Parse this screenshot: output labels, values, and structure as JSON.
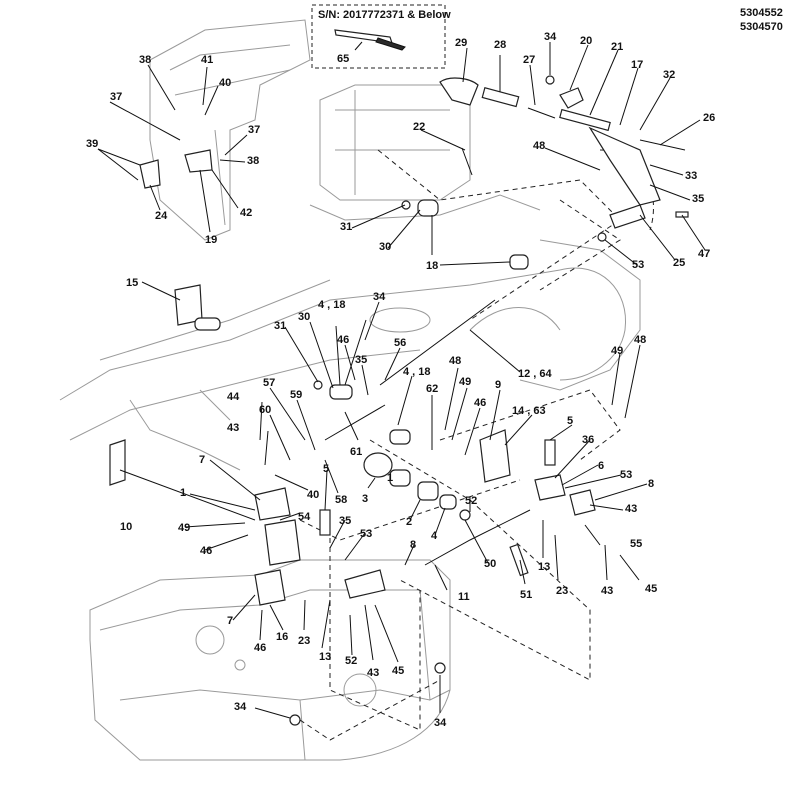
{
  "document_numbers": [
    "5304552",
    "5304570"
  ],
  "inset": {
    "title": "S/N: 2017772371 & Below",
    "part": "65"
  },
  "callouts": [
    {
      "label": "38"
    },
    {
      "label": "41"
    },
    {
      "label": "40"
    },
    {
      "label": "37"
    },
    {
      "label": "39"
    },
    {
      "label": "37"
    },
    {
      "label": "38"
    },
    {
      "label": "42"
    },
    {
      "label": "24"
    },
    {
      "label": "19"
    },
    {
      "label": "29"
    },
    {
      "label": "28"
    },
    {
      "label": "34"
    },
    {
      "label": "20"
    },
    {
      "label": "21"
    },
    {
      "label": "27"
    },
    {
      "label": "17"
    },
    {
      "label": "32"
    },
    {
      "label": "26"
    },
    {
      "label": "22"
    },
    {
      "label": "48"
    },
    {
      "label": "33"
    },
    {
      "label": "35"
    },
    {
      "label": "31"
    },
    {
      "label": "30"
    },
    {
      "label": "18"
    },
    {
      "label": "47"
    },
    {
      "label": "53"
    },
    {
      "label": "25"
    },
    {
      "label": "15"
    },
    {
      "label": "34"
    },
    {
      "label": "4 , 18"
    },
    {
      "label": "31"
    },
    {
      "label": "30"
    },
    {
      "label": "46"
    },
    {
      "label": "35"
    },
    {
      "label": "56"
    },
    {
      "label": "12 , 64"
    },
    {
      "label": "48"
    },
    {
      "label": "49"
    },
    {
      "label": "48"
    },
    {
      "label": "4 , 18"
    },
    {
      "label": "57"
    },
    {
      "label": "62"
    },
    {
      "label": "49"
    },
    {
      "label": "59"
    },
    {
      "label": "44"
    },
    {
      "label": "60"
    },
    {
      "label": "9"
    },
    {
      "label": "46"
    },
    {
      "label": "14 , 63"
    },
    {
      "label": "5"
    },
    {
      "label": "43"
    },
    {
      "label": "61"
    },
    {
      "label": "36"
    },
    {
      "label": "7"
    },
    {
      "label": "6"
    },
    {
      "label": "53"
    },
    {
      "label": "40"
    },
    {
      "label": "5"
    },
    {
      "label": "1"
    },
    {
      "label": "3"
    },
    {
      "label": "58"
    },
    {
      "label": "8"
    },
    {
      "label": "52"
    },
    {
      "label": "10"
    },
    {
      "label": "1"
    },
    {
      "label": "43"
    },
    {
      "label": "49"
    },
    {
      "label": "54"
    },
    {
      "label": "35"
    },
    {
      "label": "2"
    },
    {
      "label": "55"
    },
    {
      "label": "46"
    },
    {
      "label": "4"
    },
    {
      "label": "53"
    },
    {
      "label": "50"
    },
    {
      "label": "8"
    },
    {
      "label": "13"
    },
    {
      "label": "23"
    },
    {
      "label": "43"
    },
    {
      "label": "45"
    },
    {
      "label": "11"
    },
    {
      "label": "51"
    },
    {
      "label": "7"
    },
    {
      "label": "23"
    },
    {
      "label": "16"
    },
    {
      "label": "46"
    },
    {
      "label": "13"
    },
    {
      "label": "52"
    },
    {
      "label": "43"
    },
    {
      "label": "45"
    },
    {
      "label": "34"
    },
    {
      "label": "34"
    }
  ]
}
